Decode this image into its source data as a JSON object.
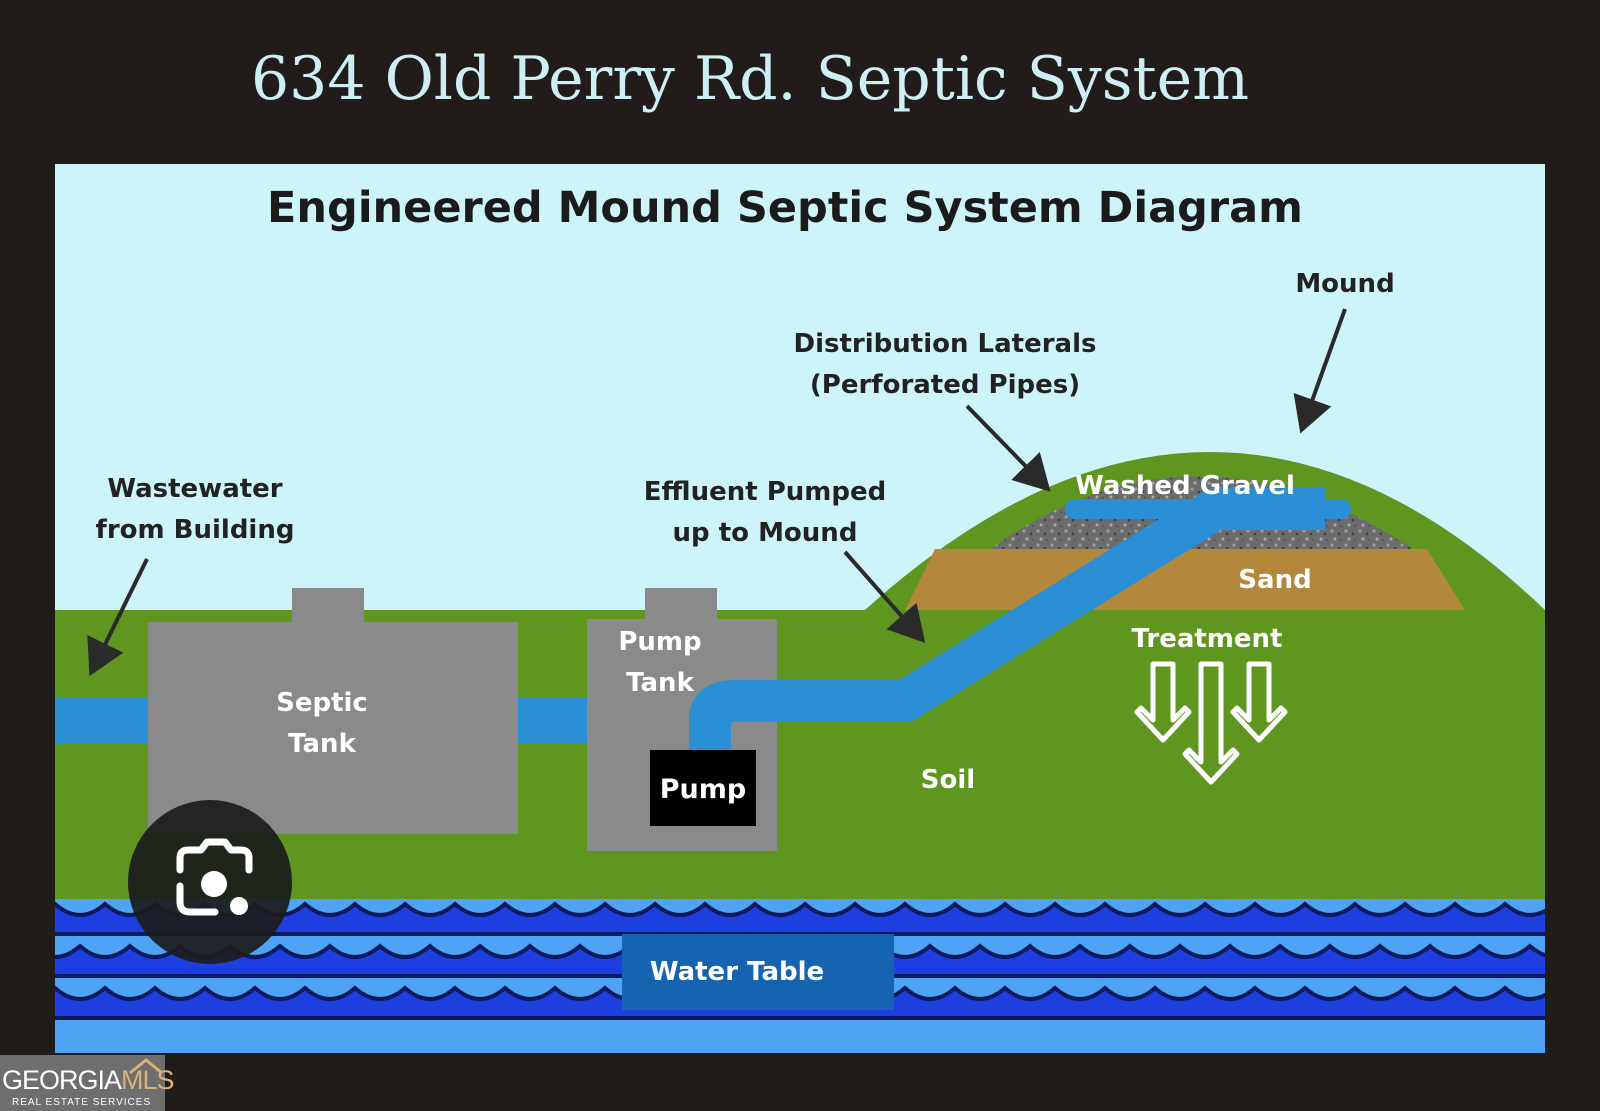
{
  "page_title": "634 Old Perry Rd. Septic System",
  "diagram": {
    "title": "Engineered Mound Septic System Diagram",
    "labels": {
      "mound": "Mound",
      "distribution_line1": "Distribution Laterals",
      "distribution_line2": "(Perforated Pipes)",
      "wastewater_line1": "Wastewater",
      "wastewater_line2": "from Building",
      "effluent_line1": "Effluent Pumped",
      "effluent_line2": "up to Mound",
      "washed_gravel": "Washed Gravel",
      "sand": "Sand",
      "treatment": "Treatment",
      "septic_tank_line1": "Septic",
      "septic_tank_line2": "Tank",
      "pump_tank_line1": "Pump",
      "pump_tank_line2": "Tank",
      "pump": "Pump",
      "soil": "Soil",
      "water_table": "Water Table"
    },
    "colors": {
      "sky": "#cdf4f8",
      "soil": "#5e961f",
      "tank": "#8a8a8a",
      "pipe": "#2b8fd6",
      "sand": "#b3883d",
      "gravel": "#6c6c6c",
      "water_dark": "#1e3fe0",
      "water_light": "#4fa3f5",
      "water_table_box": "#1664b0"
    }
  },
  "overlay": {
    "lens_icon": "visual-search-icon"
  },
  "watermark": {
    "brand_left": "GEORGIA",
    "brand_right": "MLS",
    "subtitle": "REAL ESTATE SERVICES"
  }
}
